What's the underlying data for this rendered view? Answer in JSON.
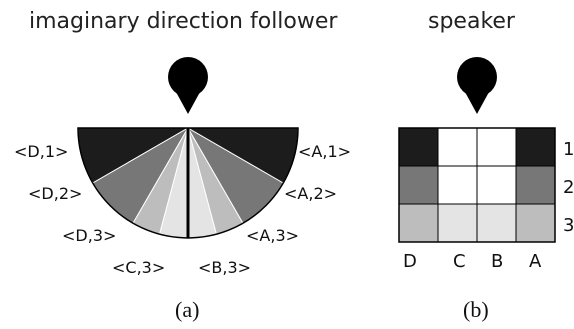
{
  "panel_a": {
    "title": "imaginary direction follower",
    "caption": "(a)",
    "labels": {
      "d1": "<D,1>",
      "d2": "<D,2>",
      "d3": "<D,3>",
      "a1": "<A,1>",
      "a2": "<A,2>",
      "a3": "<A,3>",
      "c3": "<C,3>",
      "b3": "<B,3>"
    },
    "colors": {
      "ring1": "#1c1c1c",
      "ring2": "#777777",
      "ring3_outer": "#bdbdbd",
      "ring3_inner": "#e4e4e4",
      "center": "#ffffff",
      "pin": "#000000"
    }
  },
  "panel_b": {
    "title": "speaker",
    "caption": "(b)",
    "columns": [
      "D",
      "C",
      "B",
      "A"
    ],
    "rows": [
      "1",
      "2",
      "3"
    ],
    "grid_colors": [
      [
        "#1c1c1c",
        "#ffffff",
        "#ffffff",
        "#1c1c1c"
      ],
      [
        "#777777",
        "#ffffff",
        "#ffffff",
        "#777777"
      ],
      [
        "#bdbdbd",
        "#e4e4e4",
        "#e4e4e4",
        "#bdbdbd"
      ]
    ]
  }
}
